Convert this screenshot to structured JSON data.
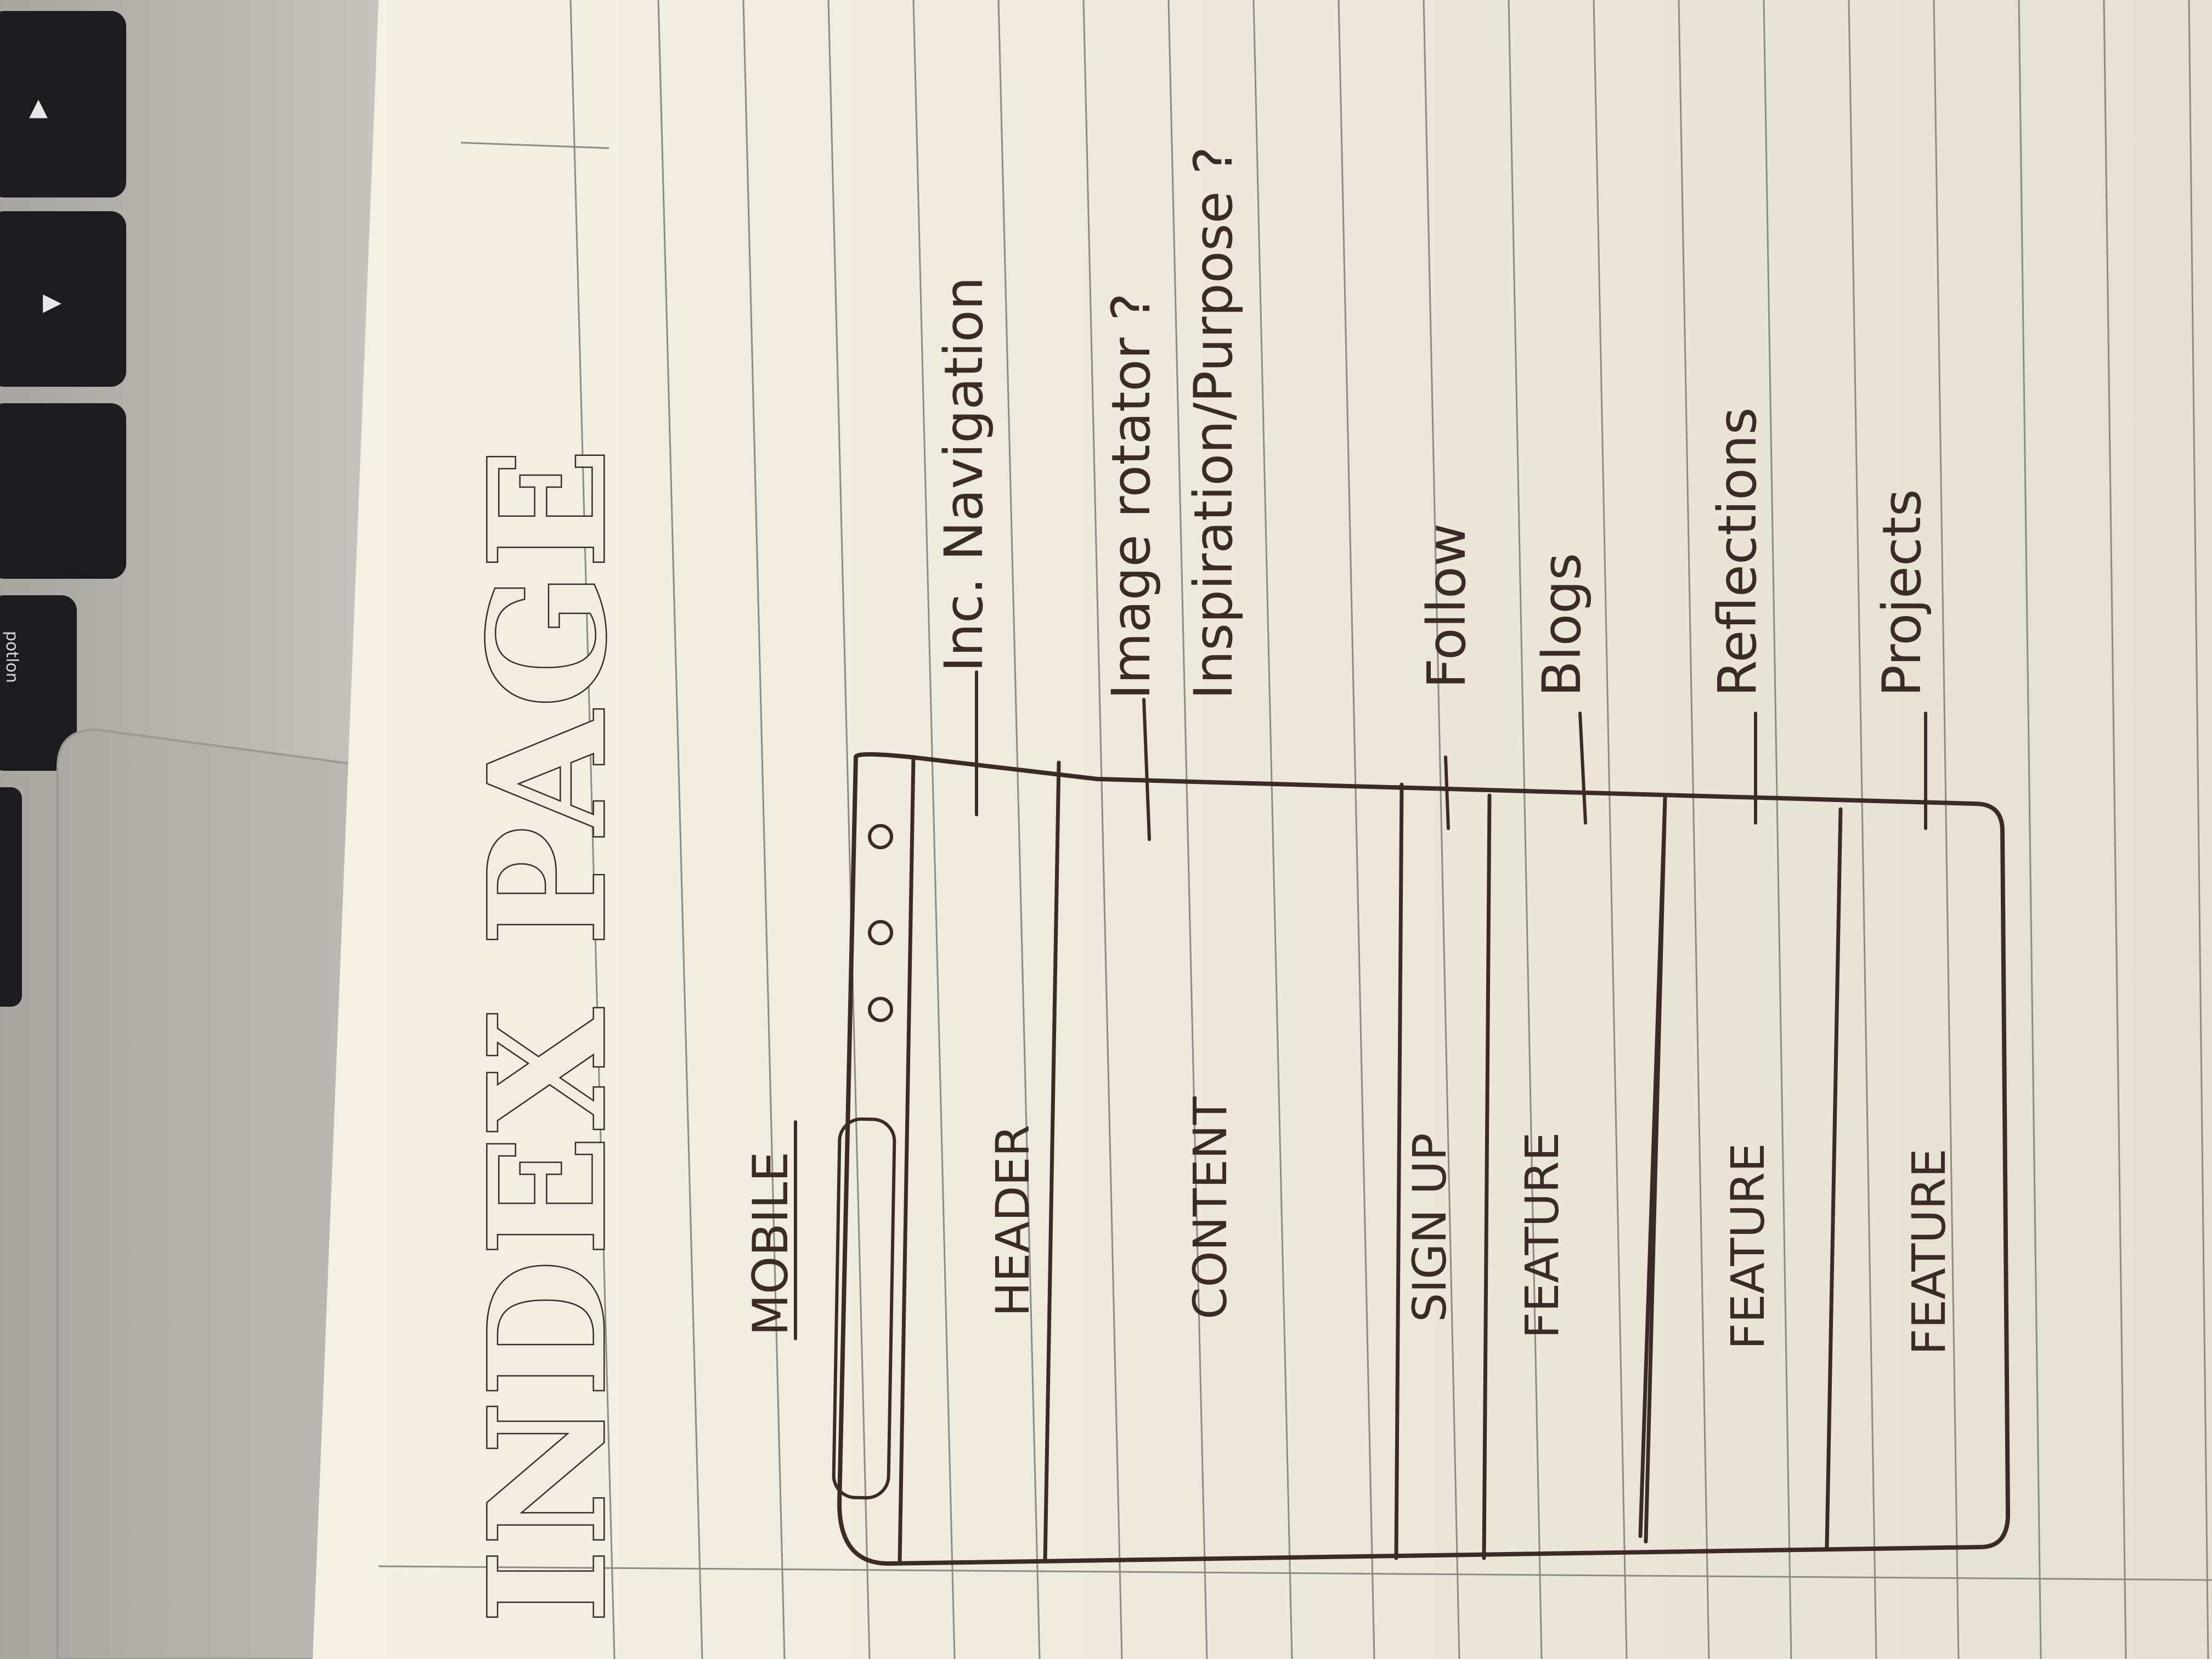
{
  "laptop": {
    "keys": [
      "▲",
      "▶"
    ],
    "key_fragment": "potlon"
  },
  "notebook": {
    "title": "INDEX PAGE",
    "section_label": "MOBILE",
    "wireframe": {
      "sections": [
        "HEADER",
        "CONTENT",
        "SIGN UP",
        "FEATURE",
        "FEATURE",
        "FEATURE"
      ]
    },
    "annotations": [
      "Inc. Navigation",
      "Image rotator ?",
      "Inspiration/Purpose ?",
      "Follow",
      "Blogs",
      "Reflections",
      "Projects"
    ]
  },
  "colors": {
    "ink": "#3a2b26",
    "paper": "#f1ece0",
    "rule_lines": "#8e8a84",
    "laptop_body": "#bbb8b3",
    "key": "#1c1b1f"
  }
}
